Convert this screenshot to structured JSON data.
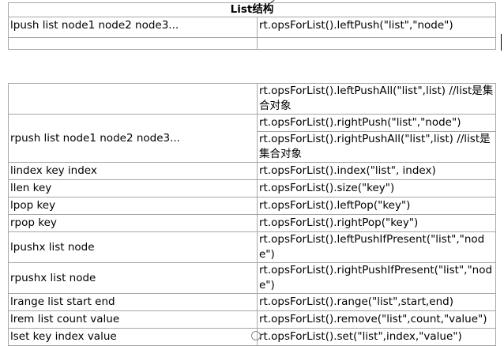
{
  "title": "List结构",
  "first_row": {
    "command": "lpush list node1 node2 node3...",
    "java": "rt.opsForList().leftPush(\"list\",\"node\")"
  },
  "rows": [
    {
      "command": "",
      "java": "rt.opsForList().leftPushAll(\"list\",list) //list是集合对象"
    },
    {
      "command": "rpush list node1 node2 node3...",
      "java": "rt.opsForList().rightPush(\"list\",\"node\")"
    },
    {
      "command": "",
      "java": "rt.opsForList().rightPushAll(\"list\",list) //list是集合对象"
    },
    {
      "command": "lindex key index",
      "java": "rt.opsForList().index(\"list\", index)"
    },
    {
      "command": "llen key",
      "java": "rt.opsForList().size(\"key\")"
    },
    {
      "command": "lpop key",
      "java": "rt.opsForList().leftPop(\"key\")"
    },
    {
      "command": "rpop key",
      "java": "rt.opsForList().rightPop(\"key\")"
    },
    {
      "command": "lpushx list node",
      "java": "rt.opsForList().leftPushIfPresent(\"list\",\"node\")"
    },
    {
      "command": "rpushx list node",
      "java": "rt.opsForList().rightPushIfPresent(\"list\",\"node\")"
    },
    {
      "command": "lrange list start end",
      "java": "rt.opsForList().range(\"list\",start,end)"
    },
    {
      "command": "lrem list count value",
      "java": "rt.opsForList().remove(\"list\",count,\"value\")"
    },
    {
      "command": "lset key index value",
      "java": "rt.opsForList().set(\"list\",index,\"value\")"
    }
  ]
}
